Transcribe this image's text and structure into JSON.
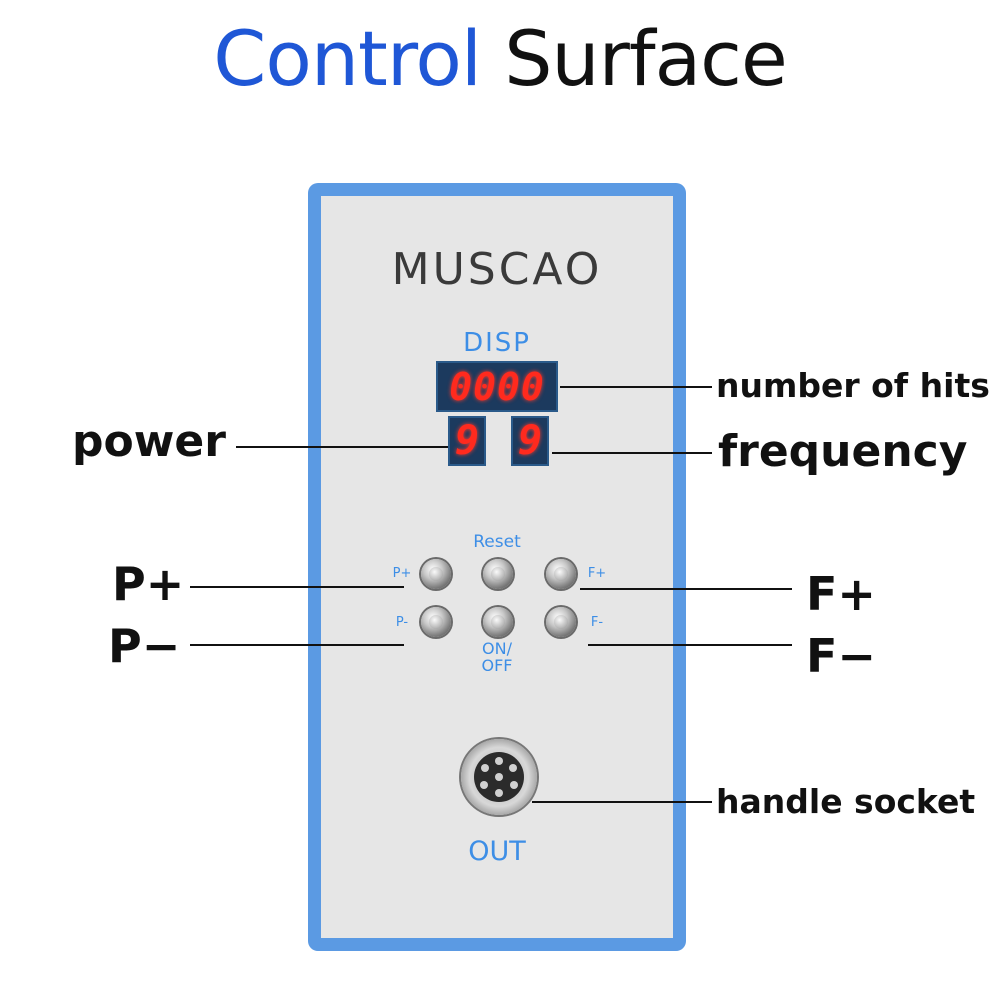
{
  "title": {
    "word1": "Control",
    "word2": "Surface"
  },
  "device": {
    "brand": "MUSCAO",
    "disp_label": "DISP",
    "display_hits": "0000",
    "display_power": "9",
    "display_frequency": "9",
    "reset_label": "Reset",
    "on_label": "ON/",
    "off_label": "OFF",
    "p_plus_label": "P+",
    "p_minus_label": "P-",
    "f_plus_label": "F+",
    "f_minus_label": "F-",
    "out_label": "OUT"
  },
  "callouts": {
    "hits": "number of hits",
    "power": "power",
    "frequency": "frequency",
    "p_plus": "P+",
    "p_minus": "P−",
    "f_plus": "F+",
    "f_minus": "F−",
    "socket": "handle socket"
  },
  "colors": {
    "title_accent": "#1f57d6",
    "panel_border": "#5b9ae3",
    "panel_face": "#e6e6e6",
    "label_blue": "#3d8ee6",
    "led_red": "#ff2a1e"
  }
}
